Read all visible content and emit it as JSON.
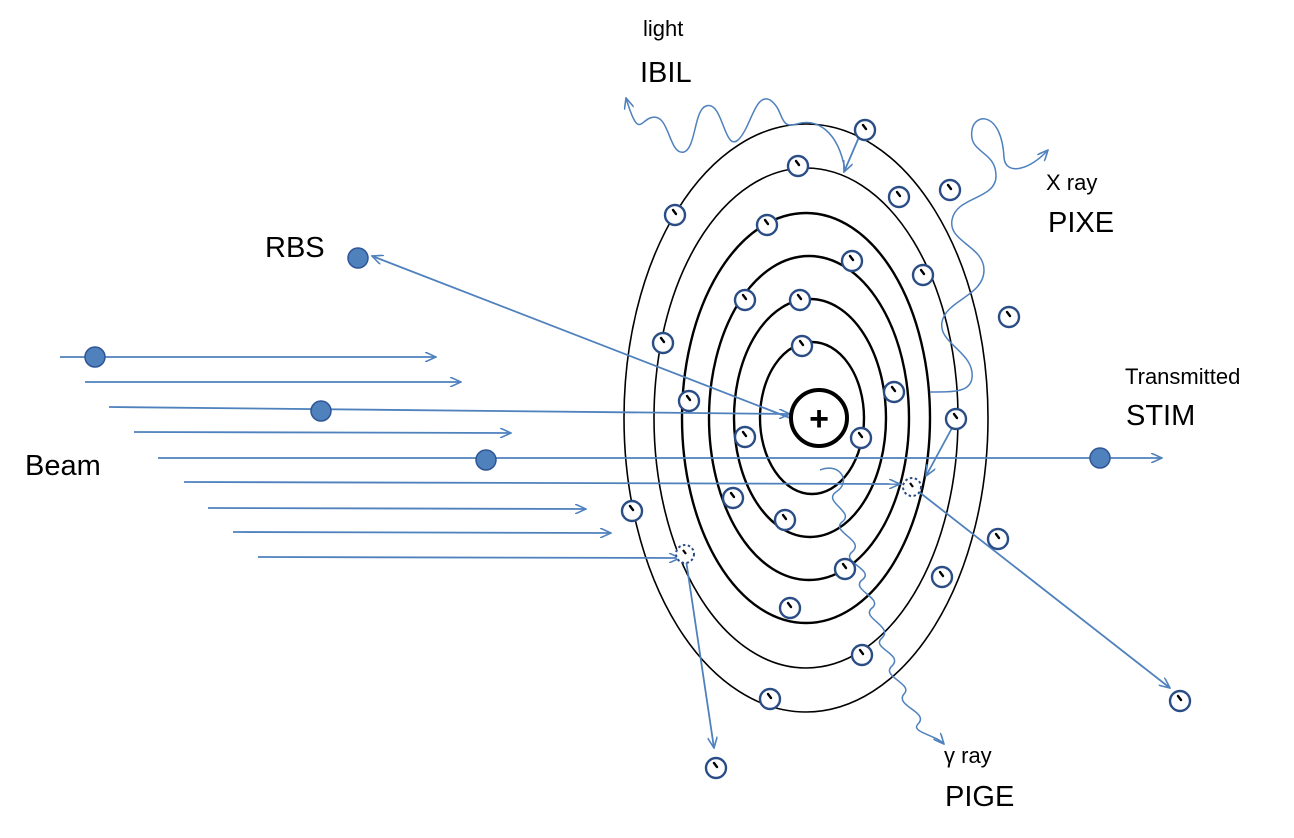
{
  "labels": {
    "beam": "Beam",
    "rbs": "RBS",
    "ibil_small": "light",
    "ibil_big": "IBIL",
    "pixe_small": "X ray",
    "pixe_big": "PIXE",
    "stim_small": "Transmitted",
    "stim_big": "STIM",
    "pige_small": "γ ray",
    "pige_big": "PIGE"
  },
  "nucleus_symbol": "+",
  "electron_symbol": "-",
  "colors": {
    "beam": "#4f81bd",
    "particle_fill": "#4f81bd",
    "electron_outline": "#2a4d86",
    "orbit": "#000000"
  },
  "icons": {
    "particle": "ion-particle-icon",
    "electron": "electron-icon",
    "nucleus": "nucleus-icon"
  }
}
